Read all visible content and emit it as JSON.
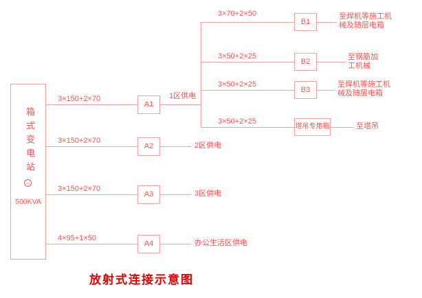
{
  "title": "放射式连接示意图",
  "source": {
    "name": "箱式变电站",
    "symbol": "~",
    "rating": "500KVA"
  },
  "feeders": [
    {
      "cable": "3×150+2×70",
      "box": "A1",
      "zone": "1区供电"
    },
    {
      "cable": "3×150+2×70",
      "box": "A2",
      "zone": "2区供电"
    },
    {
      "cable": "3×150+2×70",
      "box": "A3",
      "zone": "3区供电"
    },
    {
      "cable": "4×95+1×50",
      "box": "A4",
      "zone": "办公生活区供电"
    }
  ],
  "branches": [
    {
      "cable": "3×70+2×50",
      "box": "B1",
      "dest": "至焊机等施工机\n械及随层电箱"
    },
    {
      "cable": "3×50+2×25",
      "box": "B2",
      "dest": "至钢筋加\n工机械"
    },
    {
      "cable": "3×50+2×25",
      "box": "B3",
      "dest": "至焊机等施工机\n械及随层电箱"
    },
    {
      "cable": "3×50+2×25",
      "box": "塔吊专用箱",
      "dest": "至塔吊"
    }
  ]
}
